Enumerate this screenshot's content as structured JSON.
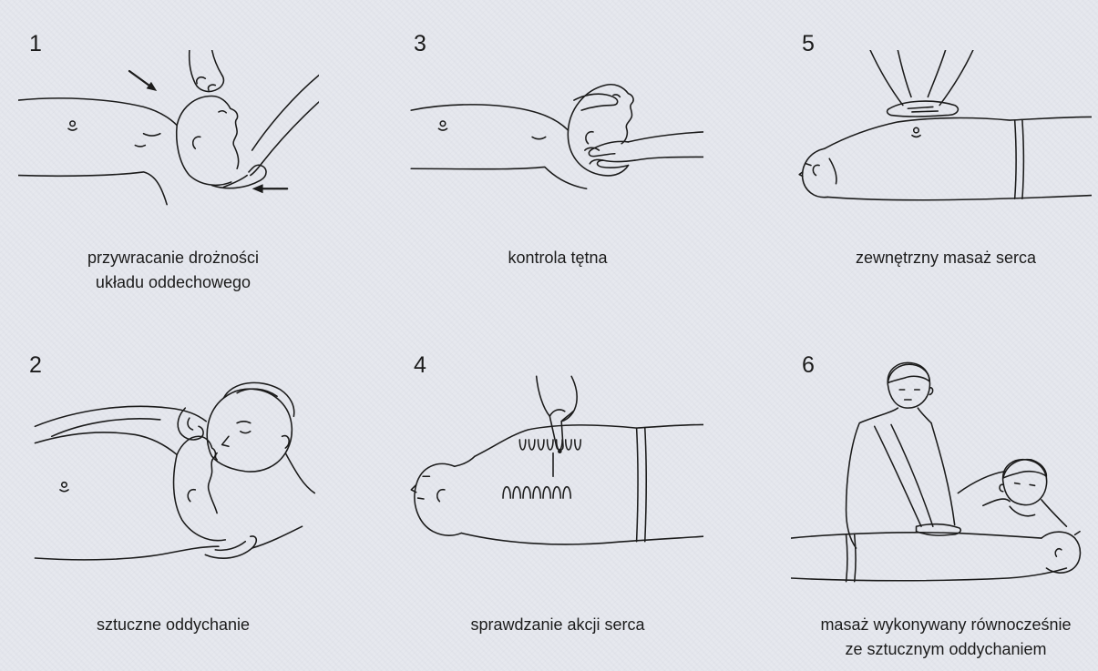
{
  "page": {
    "background": "#e6e8ee",
    "ink": "#1b1b1b"
  },
  "top_row": [
    {
      "number": "1",
      "caption": [
        "przywracanie drożności",
        "układu oddechowego"
      ],
      "illustration": "airway-opening-illustration"
    },
    {
      "number": "3",
      "caption": [
        "kontrola tętna"
      ],
      "illustration": "pulse-check-illustration"
    },
    {
      "number": "5",
      "caption": [
        "zewnętrzny masaż serca"
      ],
      "illustration": "chest-compression-illustration"
    }
  ],
  "bottom_row": [
    {
      "number": "2",
      "caption": [
        "sztuczne oddychanie"
      ],
      "illustration": "rescue-breathing-illustration"
    },
    {
      "number": "4",
      "caption": [
        "sprawdzanie akcji serca"
      ],
      "illustration": "heartbeat-check-illustration"
    },
    {
      "number": "6",
      "caption": [
        "masaż wykonywany równocześnie",
        "ze sztucznym oddychaniem"
      ],
      "illustration": "two-rescuer-cpr-illustration"
    }
  ]
}
